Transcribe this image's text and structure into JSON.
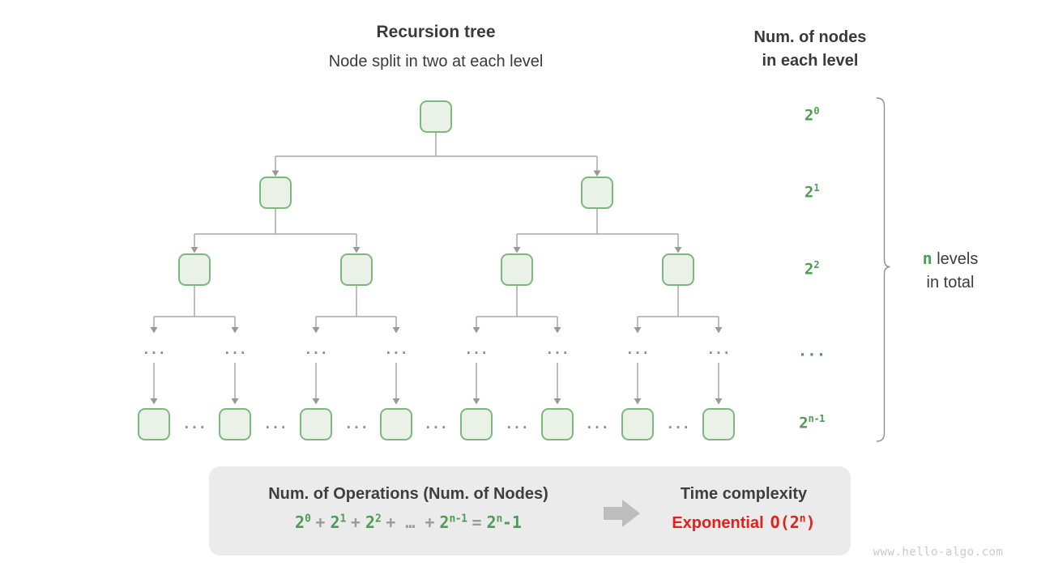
{
  "header": {
    "tree_title": "Recursion tree",
    "tree_subtitle": "Node split in two at each level",
    "right_title_line1": "Num. of nodes",
    "right_title_line2": "in each level"
  },
  "level_labels": [
    {
      "base": "2",
      "exp": "0"
    },
    {
      "base": "2",
      "exp": "1"
    },
    {
      "base": "2",
      "exp": "2"
    },
    {
      "base": "...",
      "exp": ""
    },
    {
      "base": "2",
      "exp": "n-1"
    }
  ],
  "brace_label": {
    "n": "n",
    "levels": " levels",
    "line2": "in total"
  },
  "tree": {
    "ellipsis": "..."
  },
  "summary": {
    "ops_title": "Num. of Operations (Num. of Nodes)",
    "formula": {
      "t0b": "2",
      "t0e": "0",
      "plus": "+",
      "t1b": "2",
      "t1e": "1",
      "t2b": "2",
      "t2e": "2",
      "dots": "…",
      "tnb": "2",
      "tne": "n-1",
      "eq": "=",
      "resb": "2",
      "rese": "n",
      "ress": "-1"
    },
    "time_title": "Time complexity",
    "complexity_name": "Exponential",
    "o_open": "O(2",
    "o_exp": "n",
    "o_close": ")"
  },
  "watermark": "www.hello-algo.com",
  "colors": {
    "node_fill": "#eaf2e7",
    "node_border": "#7cb87e",
    "line_gray": "#a9a9a9",
    "accent_green": "#4e9c55",
    "alert_red": "#e3201b",
    "box_gray": "#ebebeb"
  }
}
